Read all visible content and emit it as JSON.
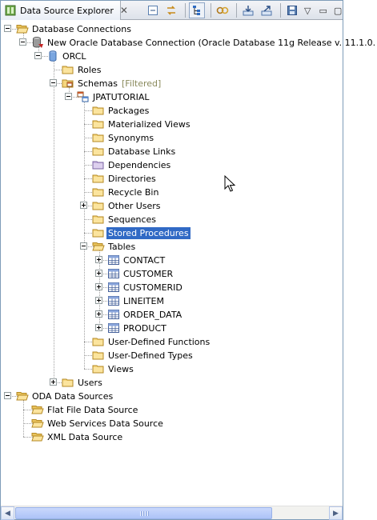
{
  "view": {
    "title": "Data Source Explorer",
    "close_glyph": "✕",
    "icon": "data-source-explorer-icon",
    "window_controls": [
      "▽",
      "▭",
      "▢"
    ]
  },
  "toolbar": {
    "buttons": [
      {
        "name": "collapse-all-button",
        "icon": "collapse-all-icon"
      },
      {
        "name": "link-with-editor-button",
        "icon": "link-icon"
      },
      {
        "name": "tree-view-button",
        "icon": "tree-icon",
        "active": true
      },
      {
        "name": "connect-button",
        "icon": "connect-icon"
      },
      {
        "name": "import-button",
        "icon": "import-icon"
      },
      {
        "name": "export-button",
        "icon": "export-icon"
      },
      {
        "name": "save-button",
        "icon": "save-icon"
      }
    ]
  },
  "tree": {
    "nodes": [
      {
        "depth": 0,
        "label": "Database Connections",
        "icon": "folder-open-icon",
        "expander": "minus"
      },
      {
        "depth": 1,
        "label": "New Oracle Database Connection (Oracle Database 11g Release v. 11.1.0.",
        "icon": "database-connection-icon",
        "expander": "minus"
      },
      {
        "depth": 2,
        "label": "ORCL",
        "icon": "database-icon",
        "expander": "minus"
      },
      {
        "depth": 3,
        "label": "Roles",
        "icon": "folder-icon",
        "expander": "none"
      },
      {
        "depth": 3,
        "label": "Schemas",
        "suffix": "[Filtered]",
        "icon": "schema-folder-icon",
        "expander": "minus"
      },
      {
        "depth": 4,
        "label": "JPATUTORIAL",
        "icon": "schema-icon",
        "expander": "minus"
      },
      {
        "depth": 5,
        "label": "Packages",
        "icon": "folder-icon",
        "expander": "none"
      },
      {
        "depth": 5,
        "label": "Materialized Views",
        "icon": "folder-icon",
        "expander": "none"
      },
      {
        "depth": 5,
        "label": "Synonyms",
        "icon": "folder-icon",
        "expander": "none"
      },
      {
        "depth": 5,
        "label": "Database Links",
        "icon": "folder-icon",
        "expander": "none"
      },
      {
        "depth": 5,
        "label": "Dependencies",
        "icon": "dependencies-folder-icon",
        "expander": "none"
      },
      {
        "depth": 5,
        "label": "Directories",
        "icon": "folder-icon",
        "expander": "none"
      },
      {
        "depth": 5,
        "label": "Recycle Bin",
        "icon": "folder-icon",
        "expander": "none"
      },
      {
        "depth": 5,
        "label": "Other Users",
        "icon": "folder-icon",
        "expander": "plus"
      },
      {
        "depth": 5,
        "label": "Sequences",
        "icon": "folder-icon",
        "expander": "none"
      },
      {
        "depth": 5,
        "label": "Stored Procedures",
        "icon": "folder-icon",
        "expander": "none",
        "selected": true
      },
      {
        "depth": 5,
        "label": "Tables",
        "icon": "folder-open-icon",
        "expander": "minus"
      },
      {
        "depth": 6,
        "label": "CONTACT",
        "icon": "table-icon",
        "expander": "plus"
      },
      {
        "depth": 6,
        "label": "CUSTOMER",
        "icon": "table-icon",
        "expander": "plus"
      },
      {
        "depth": 6,
        "label": "CUSTOMERID",
        "icon": "table-icon",
        "expander": "plus"
      },
      {
        "depth": 6,
        "label": "LINEITEM",
        "icon": "table-icon",
        "expander": "plus"
      },
      {
        "depth": 6,
        "label": "ORDER_DATA",
        "icon": "table-icon",
        "expander": "plus"
      },
      {
        "depth": 6,
        "label": "PRODUCT",
        "icon": "table-icon",
        "expander": "plus"
      },
      {
        "depth": 5,
        "label": "User-Defined Functions",
        "icon": "folder-icon",
        "expander": "none"
      },
      {
        "depth": 5,
        "label": "User-Defined Types",
        "icon": "folder-icon",
        "expander": "none"
      },
      {
        "depth": 5,
        "label": "Views",
        "icon": "folder-icon",
        "expander": "none"
      },
      {
        "depth": 3,
        "label": "Users",
        "icon": "folder-icon",
        "expander": "plus"
      },
      {
        "depth": 0,
        "label": "ODA Data Sources",
        "icon": "folder-open-icon",
        "expander": "minus"
      },
      {
        "depth": 1,
        "label": "Flat File Data Source",
        "icon": "folder-open-icon",
        "expander": "none"
      },
      {
        "depth": 1,
        "label": "Web Services Data Source",
        "icon": "folder-open-icon",
        "expander": "none"
      },
      {
        "depth": 1,
        "label": "XML Data Source",
        "icon": "folder-open-icon",
        "expander": "none"
      }
    ]
  },
  "scrollbar": {
    "left_arrow": "◀",
    "right_arrow": "▶",
    "thumb_fraction": 0.82
  },
  "colors": {
    "selection": "#316ac5",
    "folder": "#f3d27a",
    "filtered_text": "#8a8a5c"
  }
}
